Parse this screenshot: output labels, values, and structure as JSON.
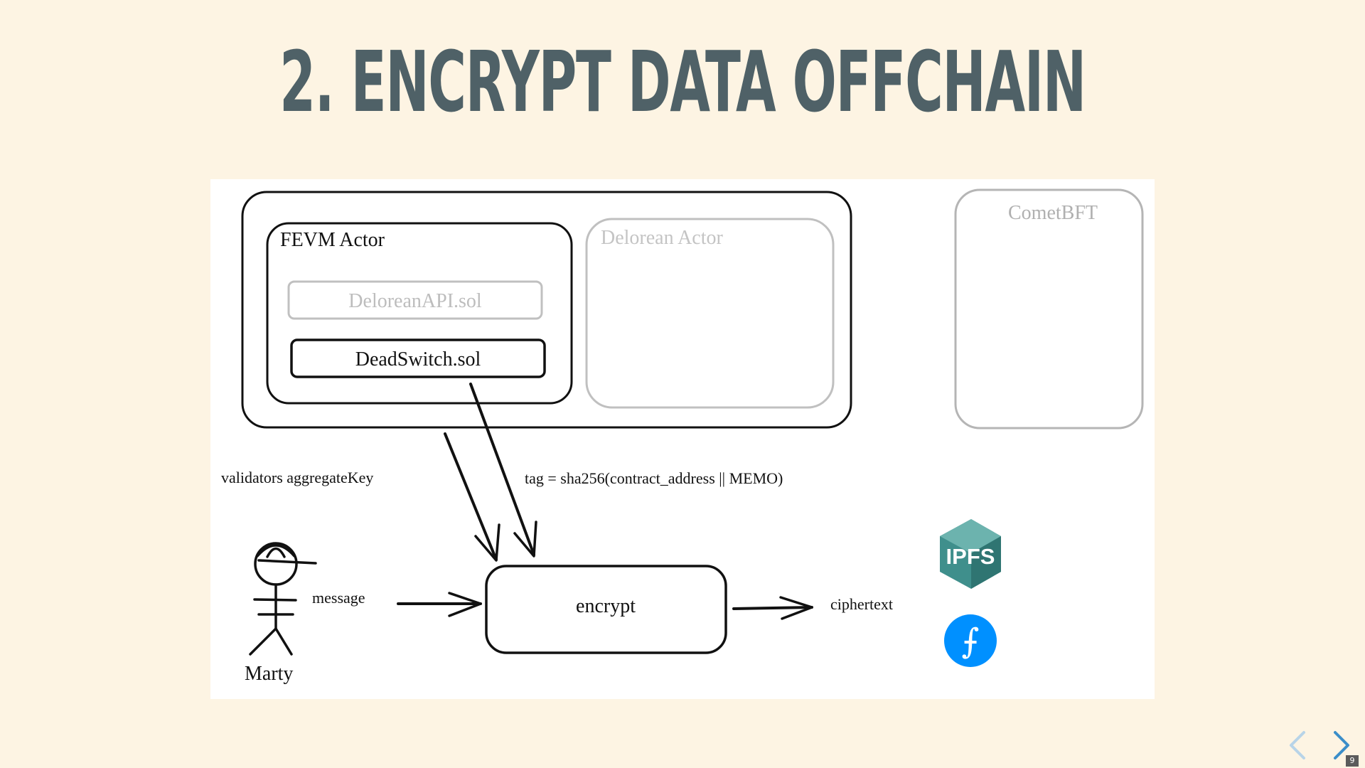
{
  "slide": {
    "title": "2. ENCRYPT DATA OFFCHAIN",
    "page_number": "9"
  },
  "diagram": {
    "fevm_actor": "FEVM Actor",
    "delorean_api": "DeloreanAPI.sol",
    "deadswitch": "DeadSwitch.sol",
    "delorean_actor": "Delorean Actor",
    "cometbft": "CometBFT",
    "validators_key": "validators aggregateKey",
    "tag_formula": "tag = sha256(contract_address || MEMO)",
    "person": "Marty",
    "message": "message",
    "encrypt": "encrypt",
    "ciphertext": "ciphertext",
    "ipfs_logo": "IPFS",
    "filecoin_logo": "⨍"
  },
  "nav": {
    "prev": "previous-slide",
    "next": "next-slide"
  },
  "colors": {
    "background": "#fdf4e3",
    "title": "#4f6167",
    "faded": "#bdbdbd",
    "ipfs": "#3f8f8c",
    "filecoin": "#0090ff",
    "nav_arrow": "#3b8ec9"
  }
}
